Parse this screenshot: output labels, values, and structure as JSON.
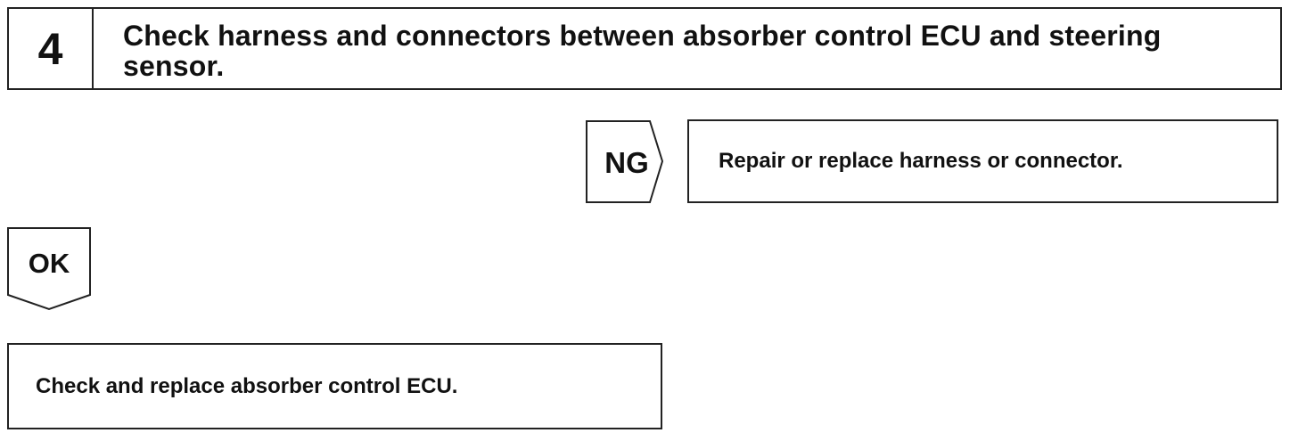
{
  "step": {
    "number": "4",
    "title": "Check harness and connectors between absorber control ECU and steering sensor."
  },
  "ng_branch": {
    "tag": "NG",
    "result": "Repair or replace harness or connector."
  },
  "ok_branch": {
    "tag": "OK",
    "result": "Check and replace absorber control ECU."
  }
}
